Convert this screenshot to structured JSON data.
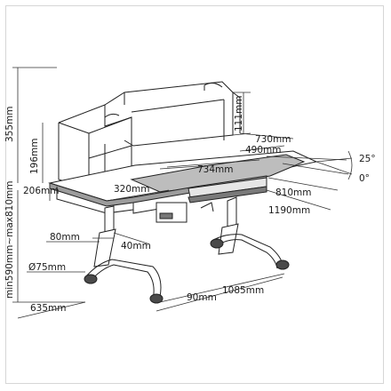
{
  "dimensions": {
    "top_width": "730mm",
    "mid_width": "490mm",
    "desk_width": "734mm",
    "drawer_width": "810mm",
    "total_width": "1190mm",
    "shelf_width": "320mm",
    "hutch_height": "111mm",
    "shelf_height": "196mm",
    "total_height": "355mm",
    "side_depth": "206mm",
    "height_range": "min590mm~max810mm",
    "leg_width": "80mm",
    "leg_gap": "40mm",
    "foot_diameter": "Ø75mm",
    "depth": "635mm",
    "foot_offset": "90mm",
    "base_width": "1085mm",
    "tilt_max": "25°",
    "tilt_min": "0°"
  },
  "colors": {
    "line": "#222222",
    "desk_top": "#9c9c9c",
    "pads": "#4a4a4a",
    "frame": "#d6d6d6"
  }
}
